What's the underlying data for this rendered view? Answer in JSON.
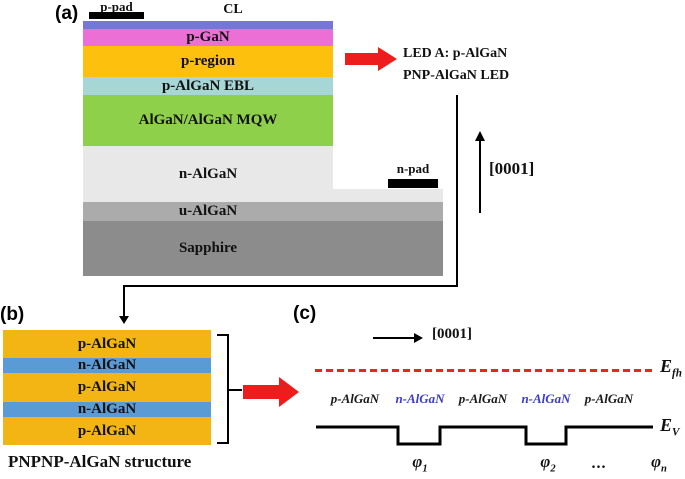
{
  "panel_a": {
    "label": "(a)",
    "p_pad_label": "p-pad",
    "cl_label": "CL",
    "n_pad_label": "n-pad",
    "layers": [
      {
        "name": "CL",
        "label": "",
        "color": "#7577d6"
      },
      {
        "name": "p-GaN",
        "label": "p-GaN",
        "color": "#ec6fd6"
      },
      {
        "name": "p-region",
        "label": "p-region",
        "color": "#fdc00d"
      },
      {
        "name": "p-AlGaN-EBL",
        "label": "p-AlGaN EBL",
        "color": "#a6d7d6"
      },
      {
        "name": "MQW",
        "label": "AlGaN/AlGaN MQW",
        "color": "#8fd04b"
      },
      {
        "name": "n-AlGaN",
        "label": "n-AlGaN",
        "color": "#e8e8e8"
      },
      {
        "name": "u-AlGaN",
        "label": "u-AlGaN",
        "color": "#ababab"
      },
      {
        "name": "Sapphire",
        "label": "Sapphire",
        "color": "#8c8c8c"
      }
    ],
    "callout": {
      "line1": "LED A: p-AlGaN",
      "line2": "PNP-AlGaN LED"
    },
    "direction_label": "[0001]"
  },
  "panel_b": {
    "label": "(b)",
    "layers": [
      {
        "label": "p-AlGaN",
        "color": "#f2b513"
      },
      {
        "label": "n-AlGaN",
        "color": "#5b9bd5"
      },
      {
        "label": "p-AlGaN",
        "color": "#f2b513"
      },
      {
        "label": "n-AlGaN",
        "color": "#5b9bd5"
      },
      {
        "label": "p-AlGaN",
        "color": "#f2b513"
      }
    ],
    "caption": "PNPNP-AlGaN structure"
  },
  "panel_c": {
    "label": "(c)",
    "direction_label": "[0001]",
    "fermi_label": {
      "base": "E",
      "sub": "fh"
    },
    "valence_label": {
      "base": "E",
      "sub": "V"
    },
    "region_labels": [
      {
        "text": "p-AlGaN",
        "color": "#1a1a1a"
      },
      {
        "text": "n-AlGaN",
        "color": "#3c3cc8"
      },
      {
        "text": "p-AlGaN",
        "color": "#1a1a1a"
      },
      {
        "text": "n-AlGaN",
        "color": "#3c3cc8"
      },
      {
        "text": "p-AlGaN",
        "color": "#1a1a1a"
      }
    ],
    "phi_labels": [
      {
        "base": "φ",
        "sub": "1"
      },
      {
        "base": "φ",
        "sub": "2"
      }
    ],
    "dots": "...",
    "phi_n": {
      "base": "φ",
      "sub": "n"
    }
  },
  "colors": {
    "arrow_red": "#ee1d1d",
    "fermi_line_red": "#e8251f",
    "pad_black": "#000000"
  }
}
